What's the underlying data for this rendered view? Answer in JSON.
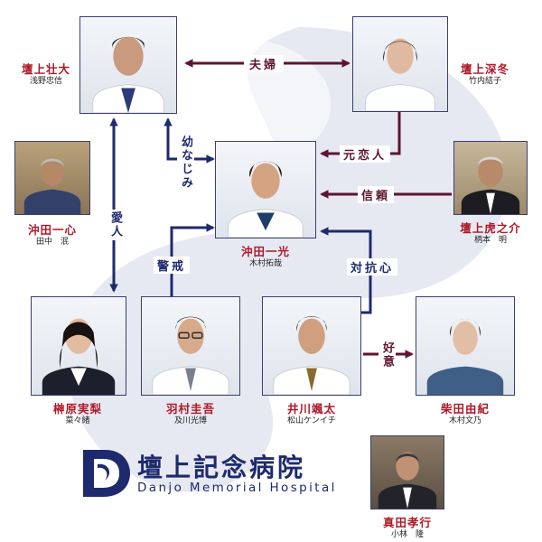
{
  "characters": {
    "danjo_souta": {
      "name": "壇上壮大",
      "actor": "浅野忠信"
    },
    "danjo_mifuyu": {
      "name": "壇上深冬",
      "actor": "竹内結子"
    },
    "okita_isshin": {
      "name": "沖田一心",
      "actor": "田中　泯"
    },
    "okita_kazumitsu": {
      "name": "沖田一光",
      "actor": "木村拓哉"
    },
    "danjo_toranosuke": {
      "name": "壇上虎之介",
      "actor": "柄本　明"
    },
    "sakakibara_miri": {
      "name": "榊原実梨",
      "actor": "菜々緒"
    },
    "hamura_keigo": {
      "name": "羽村圭吾",
      "actor": "及川光博"
    },
    "ikawa_futa": {
      "name": "井川颯太",
      "actor": "松山ケンイチ"
    },
    "shibata_yuki": {
      "name": "柴田由紀",
      "actor": "木村文乃"
    },
    "sanada_takayuki": {
      "name": "真田孝行",
      "actor": "小林　隆"
    }
  },
  "relations": {
    "fuufu": "夫婦",
    "osananajimi": "幼なじみ",
    "motokoibito": "元恋人",
    "shinrai": "信頼",
    "aijin": "愛人",
    "keikai": "警戒",
    "taikoushin": "対抗心",
    "koui": "好意"
  },
  "hospital": {
    "name_jp": "壇上記念病院",
    "name_en": "Danjo Memorial Hospital"
  },
  "colors": {
    "navy": "#1e2a6e",
    "maroon": "#5c1530",
    "name_red": "#b01828",
    "swirl": "#e3e7f1"
  }
}
